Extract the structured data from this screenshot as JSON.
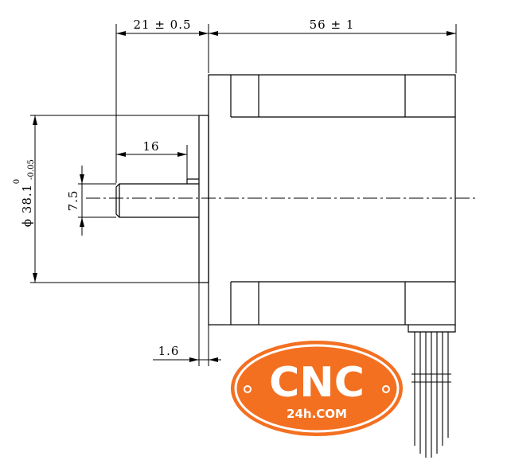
{
  "dimensions": {
    "shaft_to_flange": "21 ± 0.5",
    "body_length": "56 ± 1",
    "shaft_flat_length": "16",
    "shaft_flat_height": "7.5",
    "pilot_diameter": "ϕ 38.1",
    "pilot_tol_upper": "0",
    "pilot_tol_lower": "-0.05",
    "flange_thickness": "1.6"
  },
  "logo": {
    "main": "CNC",
    "sub": "24h.COM",
    "color": "#f37021"
  }
}
